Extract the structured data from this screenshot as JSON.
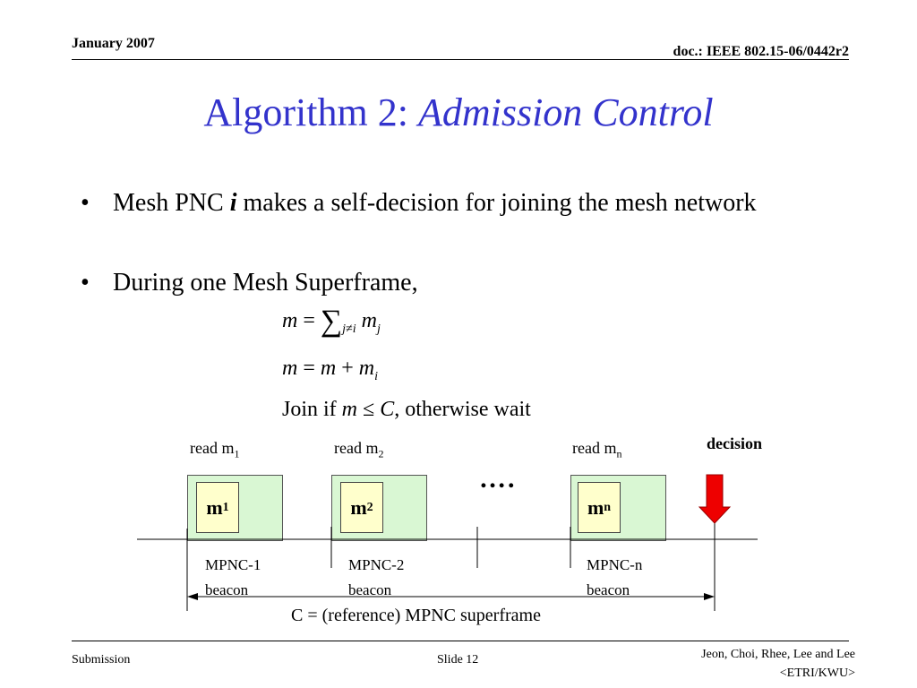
{
  "header": {
    "date": "January 2007",
    "doc": "doc.: IEEE 802.15-06/0442r2"
  },
  "title": {
    "plain": "Algorithm 2: ",
    "italic": "Admission Control"
  },
  "bullets": [
    {
      "symbol": "•",
      "before": "Mesh PNC ",
      "var": "i",
      "after": " makes a self-decision for joining the mesh network"
    },
    {
      "symbol": "•",
      "text": "During one Mesh Superframe,"
    }
  ],
  "equations": {
    "eq1": {
      "lhs": "m",
      "op": " = ",
      "sum": "∑",
      "sub": "j≠i",
      "term": "m",
      "term_sub": "j"
    },
    "eq2": {
      "lhs": "m",
      "op": " = ",
      "a": "m",
      "plus": " + ",
      "b": "m",
      "b_sub": "i"
    },
    "eq3": {
      "pre": "Join if ",
      "a": "m",
      "leq": " ≤ ",
      "c": "C",
      "post": ", otherwise wait"
    }
  },
  "diagram": {
    "reads": [
      {
        "pre": "read m",
        "sub": "1"
      },
      {
        "pre": "read m",
        "sub": "2"
      },
      {
        "pre": "read m",
        "sub": "n"
      }
    ],
    "boxes": [
      {
        "pre": "m",
        "sub": "1"
      },
      {
        "pre": "m",
        "sub": "2"
      },
      {
        "pre": "m",
        "sub": "n"
      }
    ],
    "ellipsis": "….",
    "decision": "decision",
    "beacons": [
      {
        "line1": "MPNC-1",
        "line2": "beacon"
      },
      {
        "line1": "MPNC-2",
        "line2": "beacon"
      },
      {
        "line1": "MPNC-n",
        "line2": "beacon"
      }
    ],
    "superframe_label": "C = (reference) MPNC superframe",
    "arrow_color": "#ee0000"
  },
  "footer": {
    "left": "Submission",
    "center": "Slide 12",
    "right1": "Jeon, Choi, Rhee, Lee and Lee",
    "right2": "<ETRI/KWU>"
  }
}
